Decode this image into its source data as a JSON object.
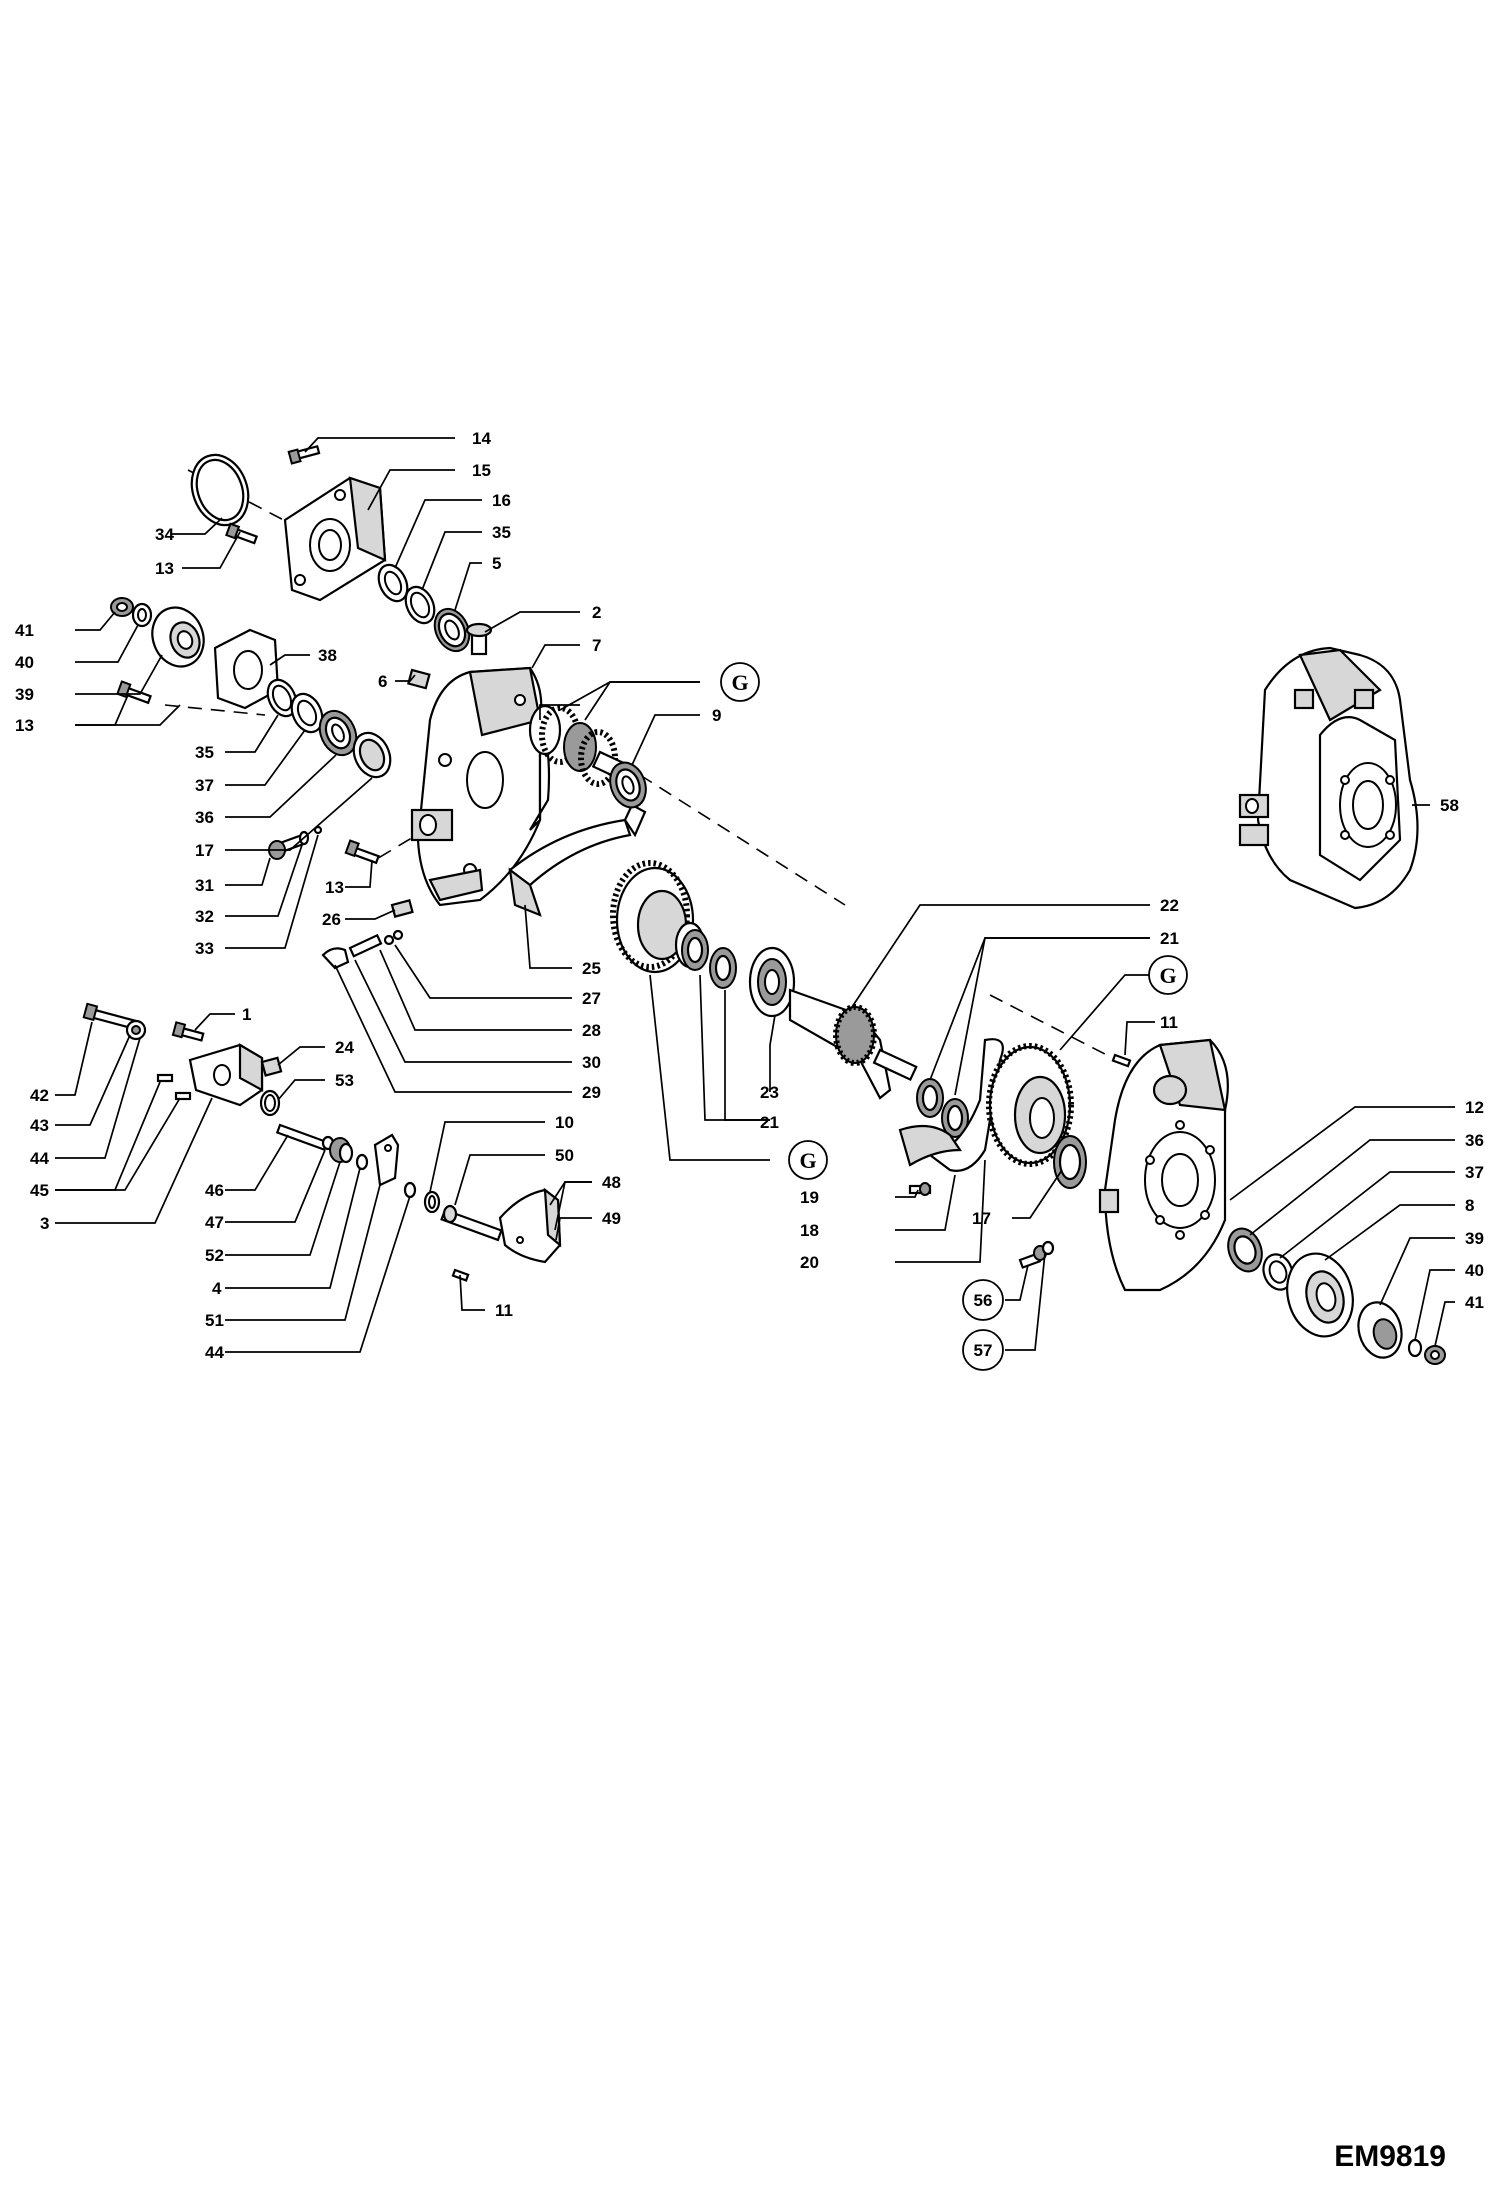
{
  "diagram": {
    "reference_code": "EM9819",
    "callouts": {
      "c1": "1",
      "c2": "2",
      "c3": "3",
      "c4": "4",
      "c5": "5",
      "c6": "6",
      "c7": "7",
      "c8": "8",
      "c9": "9",
      "c10": "10",
      "c11a": "11",
      "c11b": "11",
      "c12": "12",
      "c13a": "13",
      "c13b": "13",
      "c13c": "13",
      "c14": "14",
      "c15": "15",
      "c16": "16",
      "c17a": "17",
      "c17b": "17",
      "c18": "18",
      "c19": "19",
      "c20": "20",
      "c21a": "21",
      "c21b": "21",
      "c22": "22",
      "c23": "23",
      "c24": "24",
      "c25": "25",
      "c26": "26",
      "c27": "27",
      "c28": "28",
      "c29": "29",
      "c30": "30",
      "c31": "31",
      "c32": "32",
      "c33": "33",
      "c34": "34",
      "c35a": "35",
      "c35b": "35",
      "c36a": "36",
      "c36b": "36",
      "c37a": "37",
      "c37b": "37",
      "c38": "38",
      "c39a": "39",
      "c39b": "39",
      "c40a": "40",
      "c40b": "40",
      "c41a": "41",
      "c41b": "41",
      "c42": "42",
      "c43": "43",
      "c44a": "44",
      "c44b": "44",
      "c45": "45",
      "c46": "46",
      "c47": "47",
      "c48": "48",
      "c49": "49",
      "c50": "50",
      "c51": "51",
      "c52": "52",
      "c53": "53",
      "c58": "58"
    },
    "circled_callouts": {
      "g1": "G",
      "g2": "G",
      "g3": "G",
      "n56": "56",
      "n57": "57"
    }
  }
}
